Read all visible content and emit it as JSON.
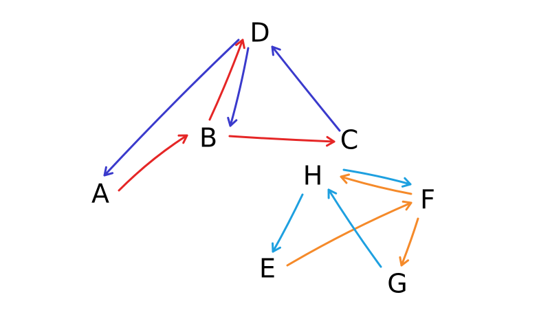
{
  "graph": {
    "nodes": [
      {
        "id": "A",
        "label": "A"
      },
      {
        "id": "B",
        "label": "B"
      },
      {
        "id": "C",
        "label": "C"
      },
      {
        "id": "D",
        "label": "D"
      },
      {
        "id": "E",
        "label": "E"
      },
      {
        "id": "F",
        "label": "F"
      },
      {
        "id": "G",
        "label": "G"
      },
      {
        "id": "H",
        "label": "H"
      }
    ],
    "edges": [
      {
        "from": "D",
        "to": "A",
        "color": "#3a3acc"
      },
      {
        "from": "A",
        "to": "B",
        "color": "#e52626"
      },
      {
        "from": "B",
        "to": "D",
        "color": "#e52626"
      },
      {
        "from": "D",
        "to": "B",
        "color": "#3a3acc"
      },
      {
        "from": "B",
        "to": "C",
        "color": "#e52626"
      },
      {
        "from": "C",
        "to": "D",
        "color": "#3a3acc"
      },
      {
        "from": "H",
        "to": "F",
        "color": "#1ea0e0"
      },
      {
        "from": "F",
        "to": "H",
        "color": "#f58a2a"
      },
      {
        "from": "H",
        "to": "E",
        "color": "#1ea0e0"
      },
      {
        "from": "E",
        "to": "F",
        "color": "#f58a2a"
      },
      {
        "from": "G",
        "to": "H",
        "color": "#1ea0e0"
      },
      {
        "from": "F",
        "to": "G",
        "color": "#f58a2a"
      }
    ]
  }
}
